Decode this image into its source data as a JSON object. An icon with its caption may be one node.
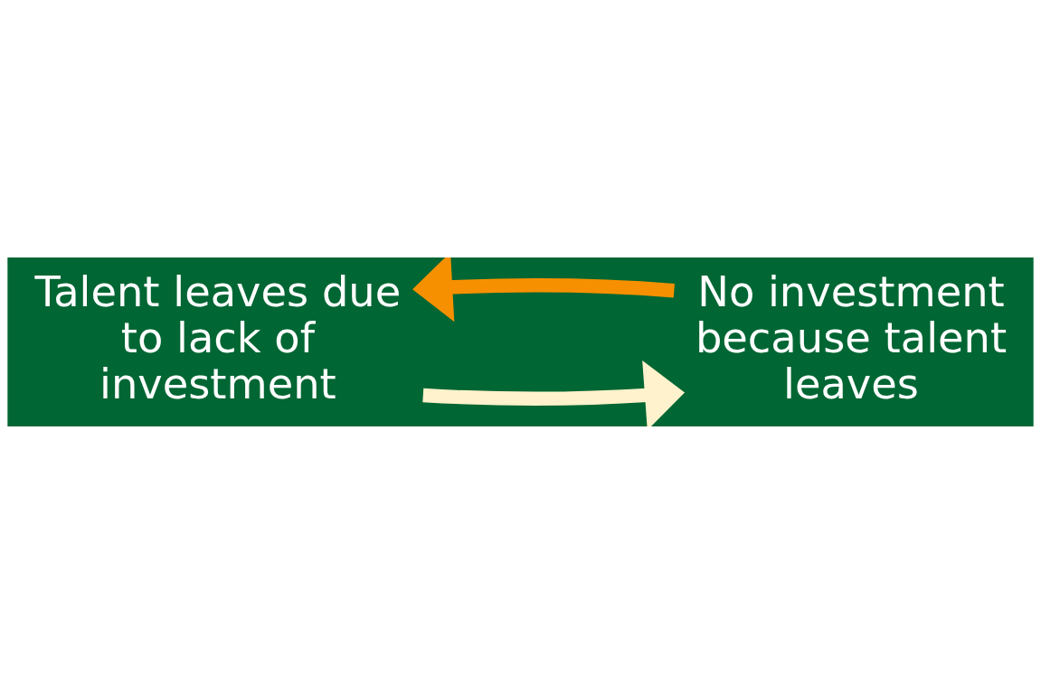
{
  "diagram": {
    "nodes": [
      {
        "text": [
          "Talent leaves due to lack of investment"
        ]
      },
      {
        "text": [
          "No investment because talent leaves"
        ]
      }
    ],
    "edges": [
      {
        "from": 0,
        "to": 1,
        "arrow": "to",
        "color": "#fff2cc"
      },
      {
        "from": 1,
        "to": 0,
        "arrow": "to",
        "color": "#f79000"
      }
    ]
  }
}
